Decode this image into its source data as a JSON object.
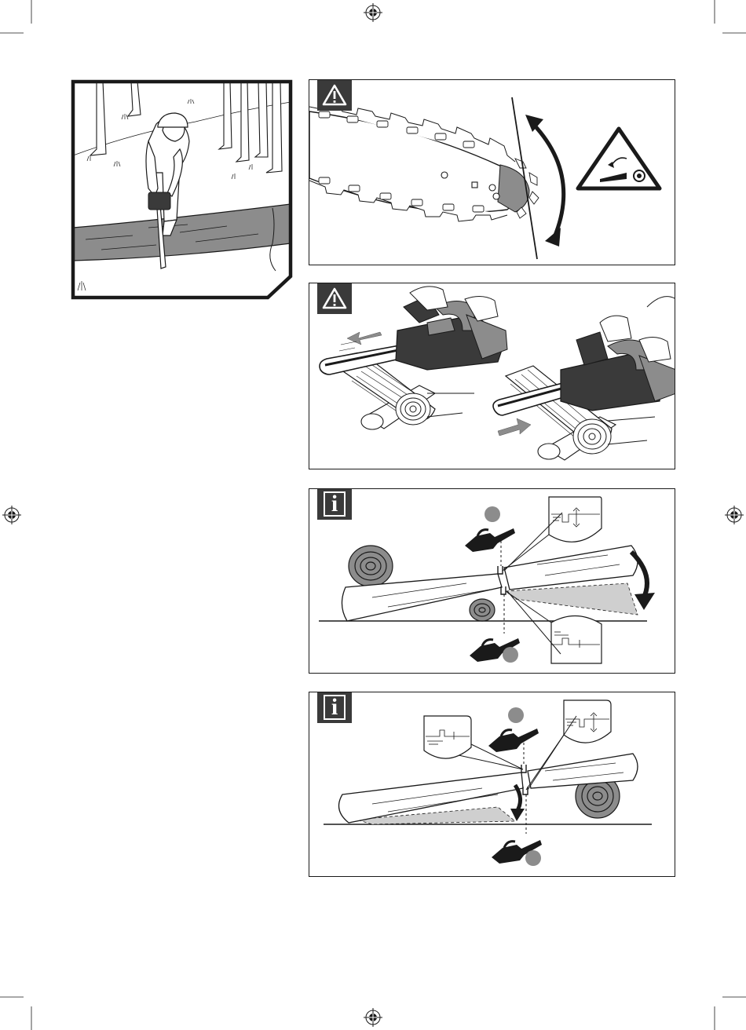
{
  "page": {
    "background": "#ffffff",
    "ink": "#1a1a1a",
    "panel_gray": "#8c8c8c",
    "badge_color": "#3a3a3a"
  },
  "panels": [
    {
      "id": "operator-illustration",
      "badge": "none",
      "subject": "operator-cutting-log-in-forest"
    },
    {
      "id": "kickback-zone",
      "badge": "warning-triangle-icon",
      "subject": "bar-tip-kickback-arc"
    },
    {
      "id": "pull-push-cutting",
      "badge": "warning-triangle-icon",
      "subject": "chainsaw-pull-and-push-reaction"
    },
    {
      "id": "log-supported-one-end",
      "badge": "info-icon",
      "subject": "cut-sequence-1-top-2-bottom"
    },
    {
      "id": "log-supported-both-ends",
      "badge": "info-icon",
      "subject": "cut-sequence-1-bottom-2-top"
    }
  ],
  "icons": {
    "warning": "warning-triangle-icon",
    "info": "info-icon",
    "registration": "registration-mark-icon",
    "kickback_sign": "kickback-hazard-sign-icon",
    "chainsaw": "chainsaw-icon"
  }
}
